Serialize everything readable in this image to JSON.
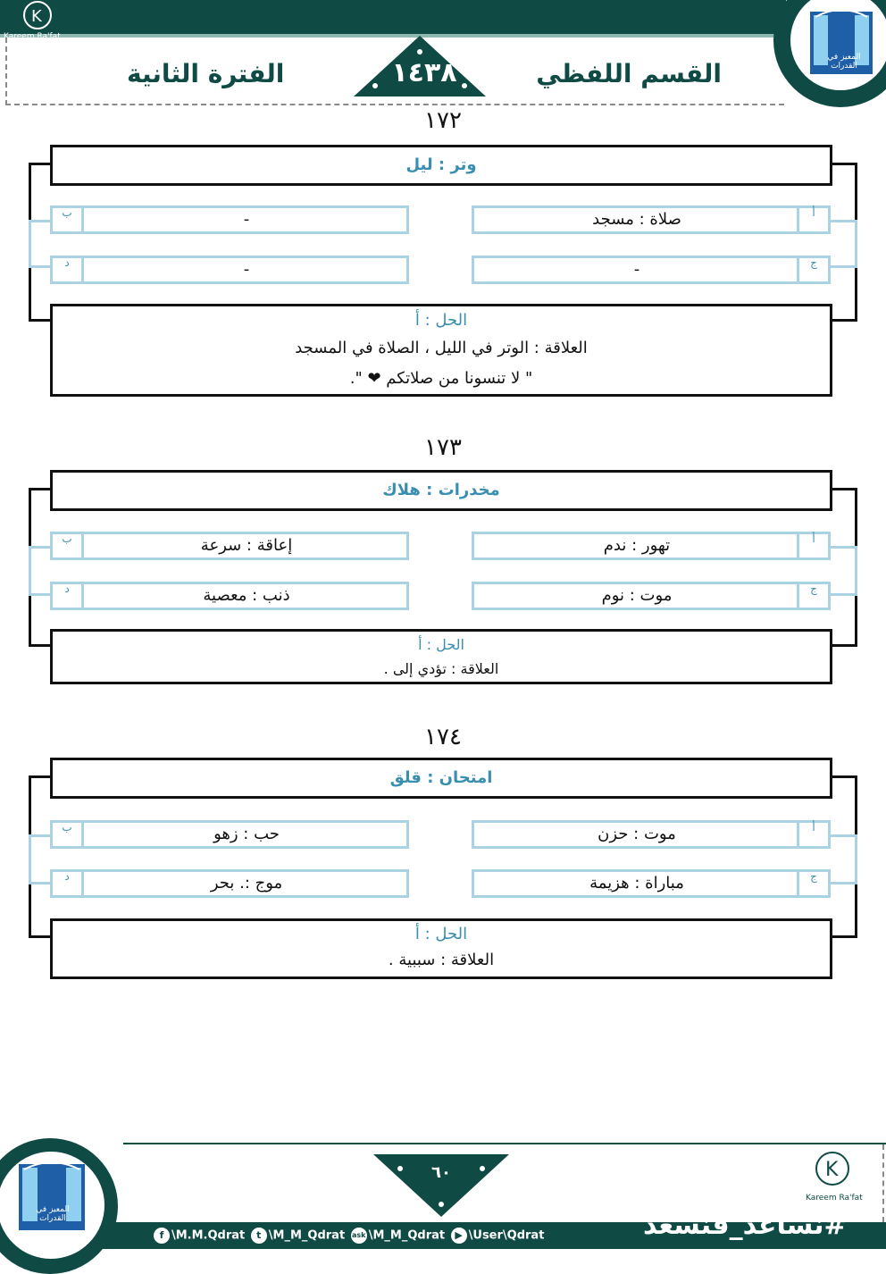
{
  "header": {
    "brand_name": "Kareem Ra'fat",
    "section_title": "القسم اللفظي",
    "year": "١٤٣٨",
    "period": "الفترة الثانية",
    "logo_text": "المعيز في القدرات"
  },
  "questions": [
    {
      "number": "١٧٢",
      "stem": "وتر : ليل",
      "options": [
        {
          "letter": "أ",
          "text": "صلاة : مسجد"
        },
        {
          "letter": "ب",
          "text": "-"
        },
        {
          "letter": "ج",
          "text": "-"
        },
        {
          "letter": "د",
          "text": "-"
        }
      ],
      "solution_label": "الحل : أ",
      "solution_lines": [
        "العلاقة : الوتر في الليل ، الصلاة في المسجد",
        "\" لا تنسونا من صلاتكم ❤ \"."
      ]
    },
    {
      "number": "١٧٣",
      "stem": "مخدرات : هلاك",
      "options": [
        {
          "letter": "أ",
          "text": "تهور : ندم"
        },
        {
          "letter": "ب",
          "text": "إعاقة : سرعة"
        },
        {
          "letter": "ج",
          "text": "موت : نوم"
        },
        {
          "letter": "د",
          "text": "ذنب : معصية"
        }
      ],
      "solution_label": "الحل : أ",
      "solution_lines": [
        "العلاقة : تؤدي إلى ."
      ]
    },
    {
      "number": "١٧٤",
      "stem": "امتحان : قلق",
      "options": [
        {
          "letter": "أ",
          "text": "موت : حزن"
        },
        {
          "letter": "ب",
          "text": "حب : زهو"
        },
        {
          "letter": "ج",
          "text": "مباراة : هزيمة"
        },
        {
          "letter": "د",
          "text": "موج :. بحر"
        }
      ],
      "solution_label": "الحل : أ",
      "solution_lines": [
        "العلاقة : سببية ."
      ]
    }
  ],
  "footer": {
    "page_number": "٦٠",
    "hashtag": "#نساعد_فنسعد",
    "brand_name": "Kareem Ra'fat",
    "social": [
      {
        "icon": "facebook-icon",
        "handle": "\\M.M.Qdrat"
      },
      {
        "icon": "twitter-icon",
        "handle": "\\M_M_Qdrat"
      },
      {
        "icon": "askfm-icon",
        "handle": "\\M_M_Qdrat"
      },
      {
        "icon": "youtube-icon",
        "handle": "\\User\\Qdrat"
      }
    ]
  },
  "colors": {
    "primary": "#0f4a44",
    "accent": "#3a8fb0",
    "option_border": "#a9d3e3"
  }
}
